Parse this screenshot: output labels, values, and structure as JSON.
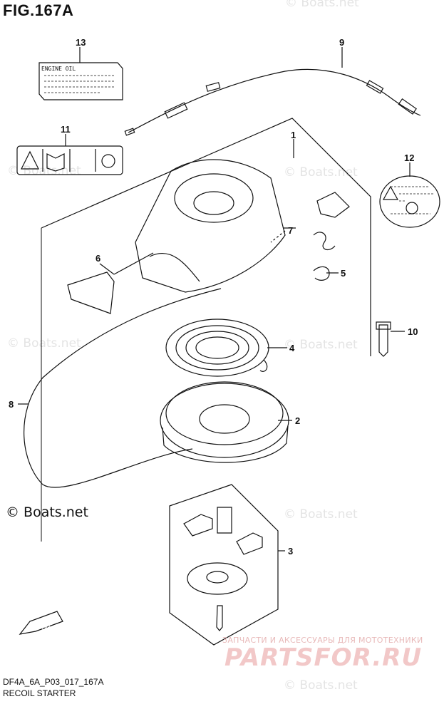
{
  "figure": {
    "title": "FIG.167A"
  },
  "watermark": {
    "text": "© Boats.net"
  },
  "copyright": {
    "text": "© Boats.net"
  },
  "callouts": {
    "c1": "1",
    "c2": "2",
    "c3": "3",
    "c4": "4",
    "c5": "5",
    "c6": "6",
    "c7": "7",
    "c8": "8",
    "c9": "9",
    "c10": "10",
    "c11": "11",
    "c12": "12",
    "c13": "13"
  },
  "label_13": {
    "text": "ENGINE OIL"
  },
  "footer": {
    "code": "DF4A_6A_P03_017_167A",
    "subtitle": "RECOIL STARTER"
  },
  "overlay": {
    "tagline": "ЗАПЧАСТИ И АКСЕССУАРЫ ДЛЯ МОТОТЕХНИКИ",
    "logo": "PARTSFOR.RU"
  },
  "fwd_icon": {
    "text": "FWD"
  },
  "colors": {
    "line": "#111111",
    "watermark": "#e4e4e4",
    "overlay": "#f2c8c8"
  }
}
